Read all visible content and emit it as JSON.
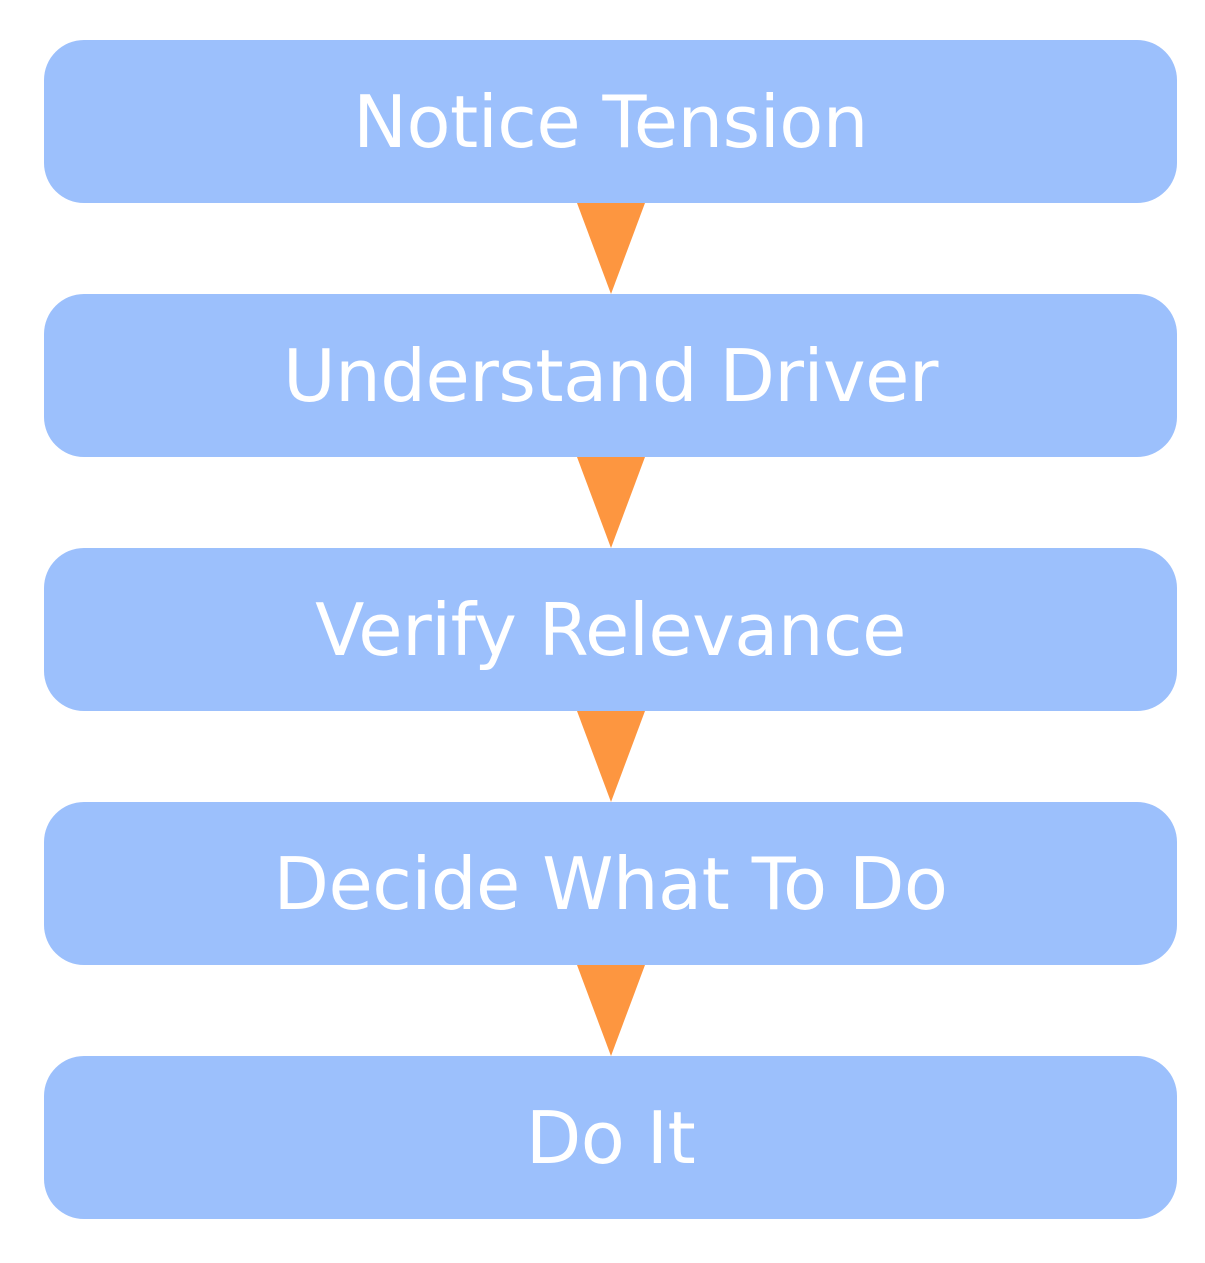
{
  "diagram": {
    "type": "vertical-flowchart",
    "colors": {
      "box": "#9cc0fc",
      "text": "#ffffff",
      "arrow": "#fd9640",
      "background": "#ffffff"
    },
    "steps": [
      {
        "label": "Notice Tension"
      },
      {
        "label": "Understand Driver"
      },
      {
        "label": "Verify Relevance"
      },
      {
        "label": "Decide What To Do"
      },
      {
        "label": "Do It"
      }
    ],
    "arrow_icon": "down-triangle-arrow"
  }
}
